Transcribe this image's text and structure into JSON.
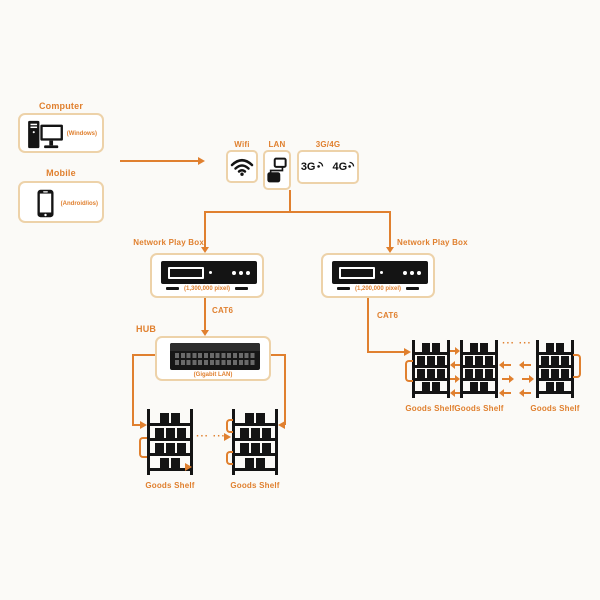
{
  "colors": {
    "accent": "#E0802F",
    "box_border": "#EDD2A9",
    "device": "#141414",
    "bg": "#FBFAF7"
  },
  "sources": {
    "computer": {
      "title": "Computer",
      "subtitle": "(Windows)"
    },
    "mobile": {
      "title": "Mobile",
      "subtitle": "(Android/ios)"
    }
  },
  "connectivity": {
    "wifi": {
      "label": "Wifi"
    },
    "lan": {
      "label": "LAN"
    },
    "cellular": {
      "label": "3G/4G",
      "badge_3g": "3G",
      "badge_4g": "4G"
    }
  },
  "play_box_left": {
    "label": "Network Play Box",
    "spec": "(1,300,000 pixel)"
  },
  "play_box_right": {
    "label": "Network Play Box",
    "spec": "(1,200,000 pixel)"
  },
  "cables": {
    "left": "CAT6",
    "right": "CAT6"
  },
  "hub": {
    "label": "HUB",
    "spec": "(Gigabit LAN)"
  },
  "shelf_label": "Goods Shelf",
  "ellipsis": "···  ···"
}
